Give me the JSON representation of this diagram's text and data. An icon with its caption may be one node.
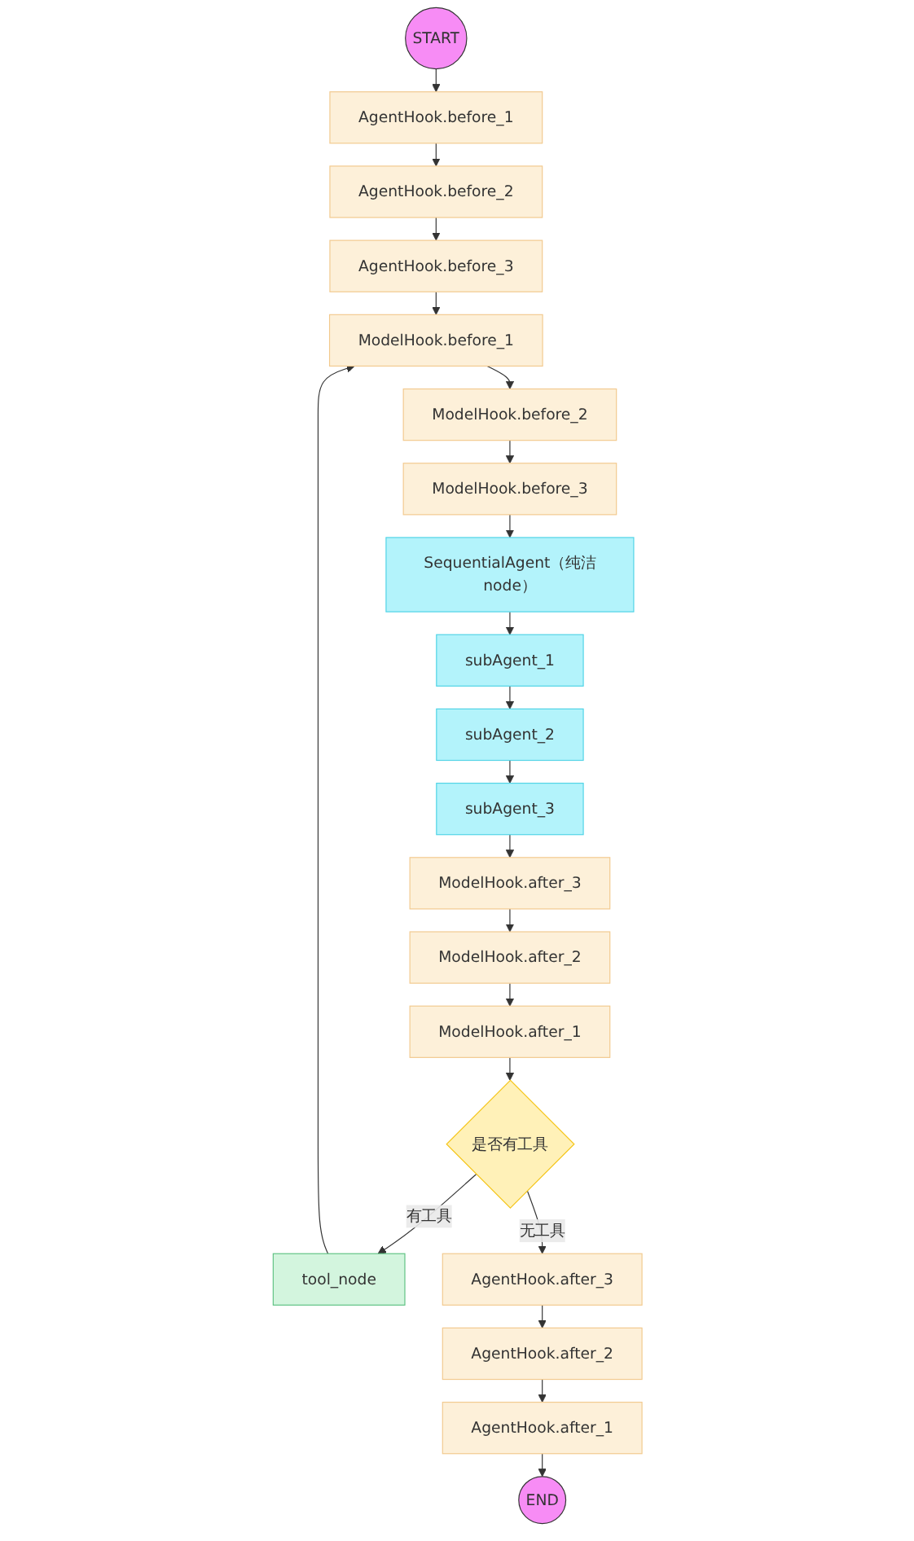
{
  "diagram": {
    "nodes": [
      {
        "text": [
          "START"
        ]
      },
      {
        "text": [
          "AgentHook.before_1"
        ]
      },
      {
        "text": [
          "AgentHook.before_2"
        ]
      },
      {
        "text": [
          "AgentHook.before_3"
        ]
      },
      {
        "text": [
          "ModelHook.before_1"
        ]
      },
      {
        "text": [
          "ModelHook.before_2"
        ]
      },
      {
        "text": [
          "ModelHook.before_3"
        ]
      },
      {
        "text": [
          "SequentialAgent（纯洁node）"
        ]
      },
      {
        "text": [
          "subAgent_1"
        ]
      },
      {
        "text": [
          "subAgent_2"
        ]
      },
      {
        "text": [
          "subAgent_3"
        ]
      },
      {
        "text": [
          "ModelHook.after_3"
        ]
      },
      {
        "text": [
          "ModelHook.after_2"
        ]
      },
      {
        "text": [
          "ModelHook.after_1"
        ]
      },
      {
        "text": [
          "是否有工具"
        ]
      },
      {
        "text": [
          "tool_node"
        ]
      },
      {
        "text": [
          "AgentHook.after_3"
        ]
      },
      {
        "text": [
          "AgentHook.after_2"
        ]
      },
      {
        "text": [
          "AgentHook.after_1"
        ]
      },
      {
        "text": [
          "END"
        ]
      }
    ],
    "edges": [
      {
        "from": 0,
        "to": 1,
        "arrow": "to"
      },
      {
        "from": 1,
        "to": 2,
        "arrow": "to"
      },
      {
        "from": 2,
        "to": 3,
        "arrow": "to"
      },
      {
        "from": 3,
        "to": 4,
        "arrow": "to"
      },
      {
        "from": 4,
        "to": 5,
        "arrow": "to"
      },
      {
        "from": 5,
        "to": 6,
        "arrow": "to"
      },
      {
        "from": 6,
        "to": 7,
        "arrow": "to"
      },
      {
        "from": 7,
        "to": 8,
        "arrow": "to"
      },
      {
        "from": 8,
        "to": 9,
        "arrow": "to"
      },
      {
        "from": 9,
        "to": 10,
        "arrow": "to"
      },
      {
        "from": 10,
        "to": 11,
        "arrow": "to"
      },
      {
        "from": 11,
        "to": 12,
        "arrow": "to"
      },
      {
        "from": 12,
        "to": 13,
        "arrow": "to"
      },
      {
        "from": 13,
        "to": 14,
        "arrow": "to"
      },
      {
        "from": 14,
        "to": 15,
        "label": "有工具",
        "arrow": "to"
      },
      {
        "from": 14,
        "to": 16,
        "label": "无工具",
        "arrow": "to"
      },
      {
        "from": 15,
        "to": 4,
        "arrow": "to"
      },
      {
        "from": 16,
        "to": 17,
        "arrow": "to"
      },
      {
        "from": 17,
        "to": 18,
        "arrow": "to"
      },
      {
        "from": 18,
        "to": 19,
        "arrow": "to"
      }
    ]
  }
}
